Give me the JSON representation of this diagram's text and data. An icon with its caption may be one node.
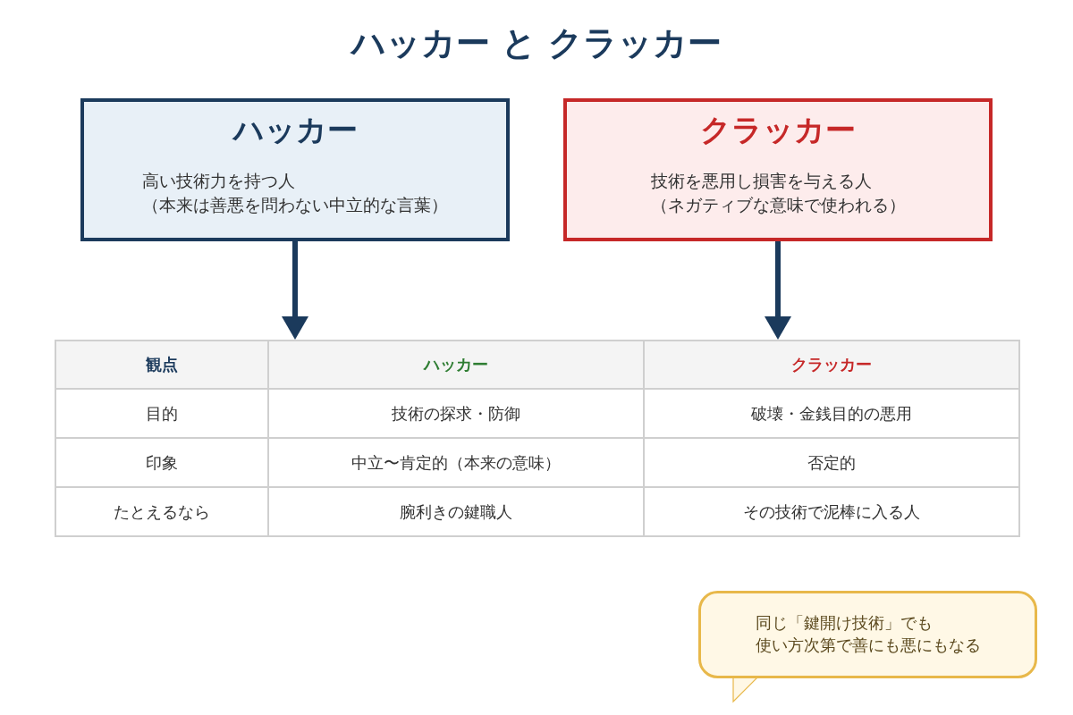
{
  "diagram": {
    "title": "ハッカー と クラッカー",
    "nodes": [
      {
        "text": [
          "ハッカー",
          "高い技術力を持つ人（本来は善悪を問わない中立的な言葉）"
        ]
      },
      {
        "text": [
          "クラッカー",
          "技術を悪用し損害を与える人（ネガティブな意味で使われる）"
        ]
      },
      {
        "text": [],
        "shape": "table"
      },
      {
        "text": [
          "同じ「鍵開け技術」でも使い方次第で善にも悪にもなる"
        ]
      }
    ],
    "edges": [
      {
        "from": 0,
        "to": 2,
        "arrow": "to"
      },
      {
        "from": 1,
        "to": 2,
        "arrow": "to"
      }
    ],
    "labels": [
      "観点",
      "ハッカー",
      "クラッカー",
      "目的",
      "技術の探求・防御",
      "破壊・金銭目的の悪用",
      "印象",
      "中立〜肯定的（本来の意味）",
      "否定的",
      "たとえるなら",
      "腕利きの鍵職人",
      "その技術で泥棒に入る人"
    ]
  }
}
